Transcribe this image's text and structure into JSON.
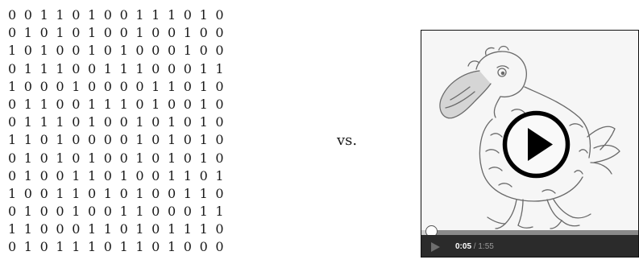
{
  "binary_grid": {
    "rows": [
      "0011010011101 0",
      "0101010010010 0",
      "1010010100010 0",
      "0111001110001 1",
      "1000100001101 0",
      "0110011101001 0",
      "0111010010101 0",
      "1101000010101 0",
      "0101010010101 0",
      "0100110100110 1",
      "1001101010011 0",
      "0100100110001 1",
      "1100011010111 0",
      "0101110110100 0"
    ]
  },
  "comparison_label": "vs.",
  "video_player": {
    "current_time": "0:05",
    "separator": " / ",
    "duration": "1:55",
    "progress": 0.0435,
    "play_icon": "play-icon",
    "colors": {
      "control_bar": "#2b2b2b",
      "track": "#8a8a8a",
      "time_current": "#ffffff",
      "time_duration": "#9a9a9a"
    }
  }
}
